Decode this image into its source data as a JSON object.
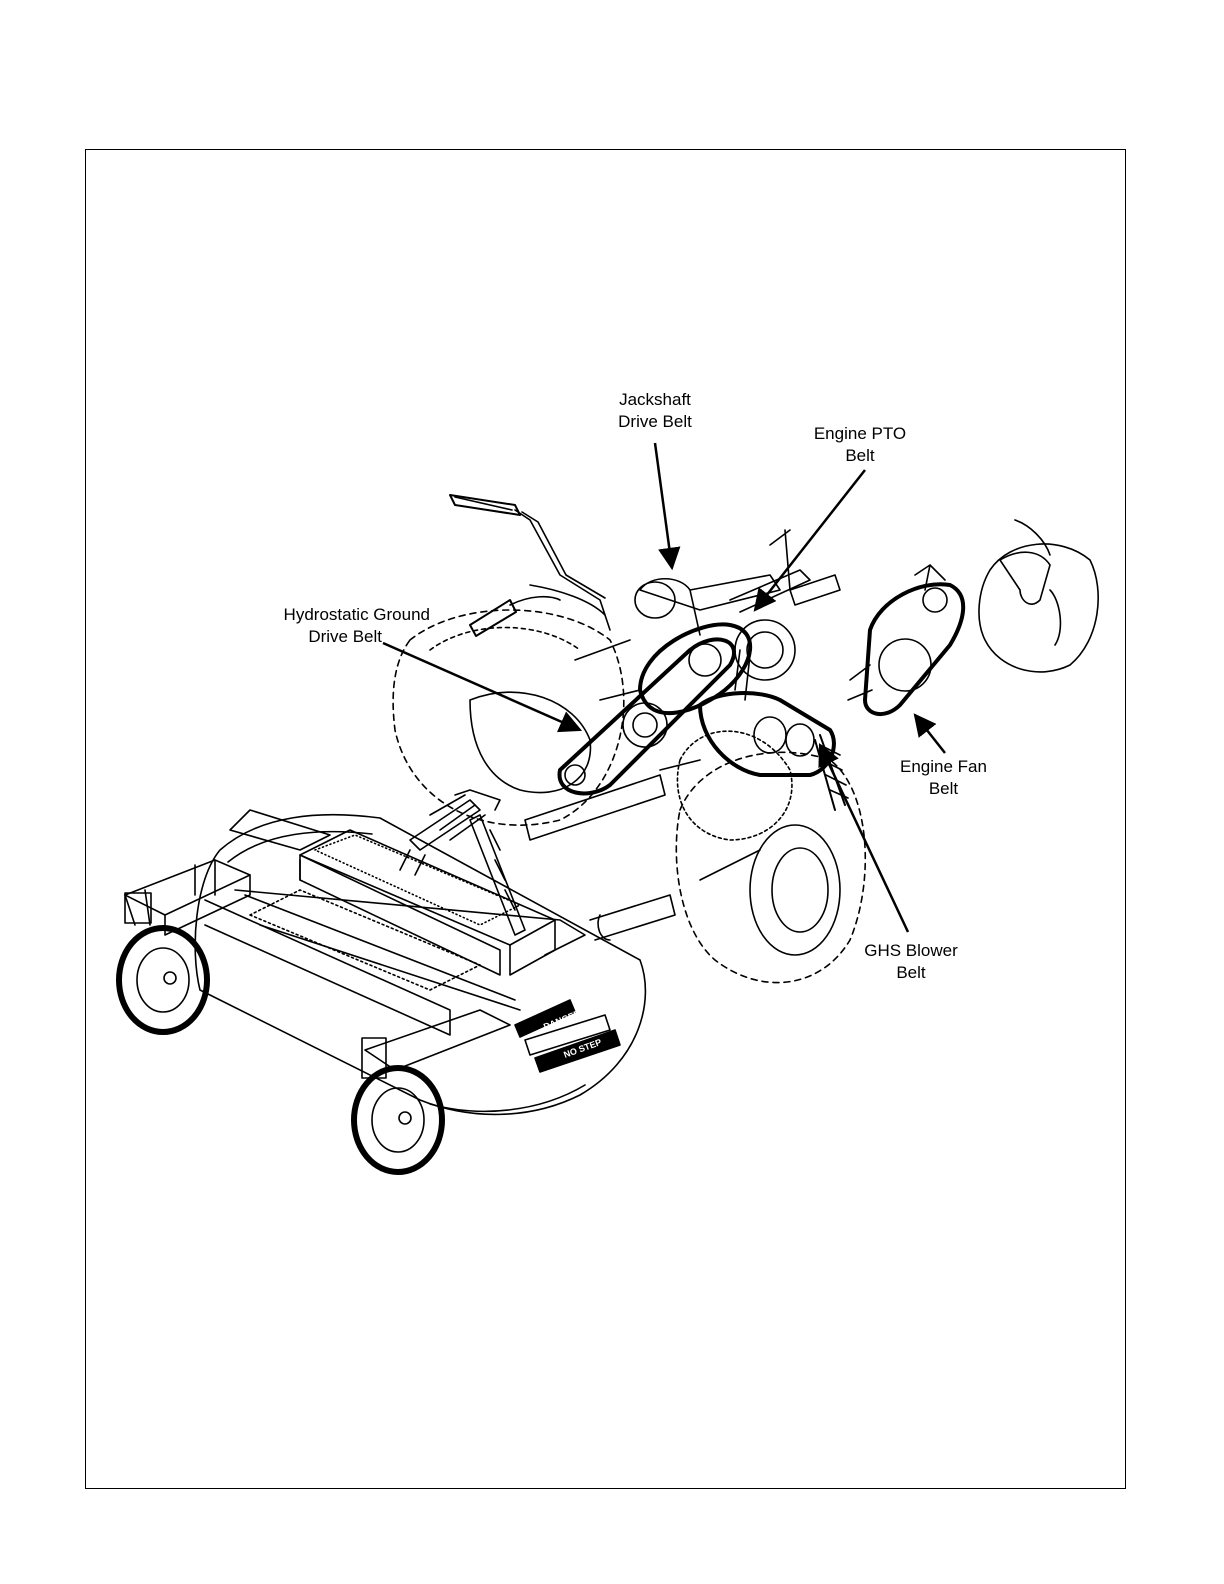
{
  "labels": {
    "jackshaft": {
      "line1": "Jackshaft",
      "line2": "Drive Belt"
    },
    "engine_pto": {
      "line1": "Engine PTO",
      "line2": "Belt"
    },
    "hydrostatic": {
      "line1": "Hydrostatic Ground",
      "line2": "Drive Belt"
    },
    "engine_fan": {
      "line1": "Engine Fan",
      "line2": "Belt"
    },
    "ghs_blower": {
      "line1": "GHS Blower",
      "line2": "Belt"
    }
  },
  "decals": {
    "danger": "DANGER",
    "no_step": "NO STEP"
  }
}
